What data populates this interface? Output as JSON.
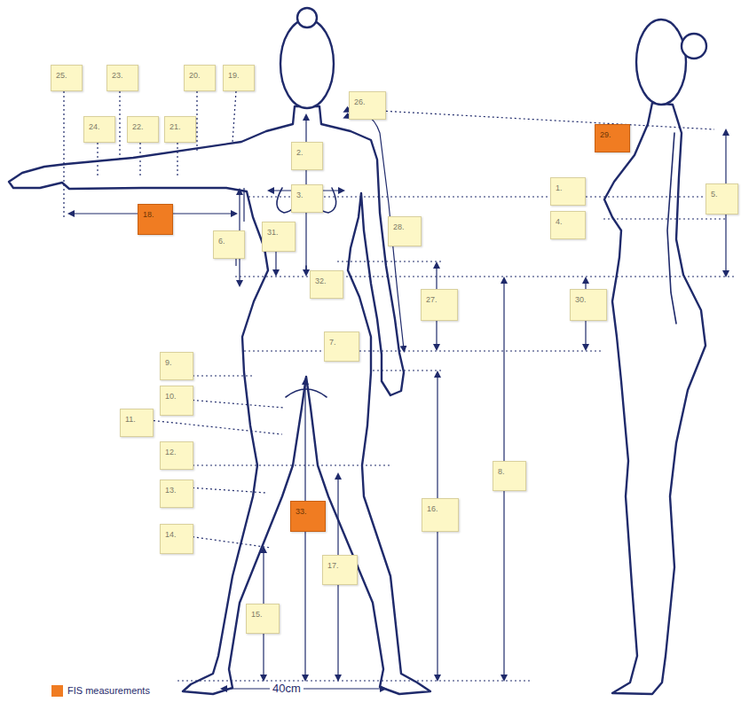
{
  "diagram": {
    "nodes": [
      {
        "text": [
          "25."
        ]
      },
      {
        "text": [
          "23."
        ]
      },
      {
        "text": [
          "20."
        ]
      },
      {
        "text": [
          "19."
        ]
      },
      {
        "text": [
          "26."
        ]
      },
      {
        "text": [
          "24."
        ]
      },
      {
        "text": [
          "22."
        ]
      },
      {
        "text": [
          "21."
        ]
      },
      {
        "text": [
          "29."
        ]
      },
      {
        "text": [
          "2."
        ]
      },
      {
        "text": [
          "1."
        ]
      },
      {
        "text": [
          "3."
        ]
      },
      {
        "text": [
          "5."
        ]
      },
      {
        "text": [
          "18."
        ]
      },
      {
        "text": [
          "4."
        ]
      },
      {
        "text": [
          "6."
        ]
      },
      {
        "text": [
          "31."
        ]
      },
      {
        "text": [
          "28."
        ]
      },
      {
        "text": [
          "32."
        ]
      },
      {
        "text": [
          "27."
        ]
      },
      {
        "text": [
          "30."
        ]
      },
      {
        "text": [
          "7."
        ]
      },
      {
        "text": [
          "9."
        ]
      },
      {
        "text": [
          "10."
        ]
      },
      {
        "text": [
          "11."
        ]
      },
      {
        "text": [
          "12."
        ]
      },
      {
        "text": [
          "8."
        ]
      },
      {
        "text": [
          "13."
        ]
      },
      {
        "text": [
          "16."
        ]
      },
      {
        "text": [
          "33."
        ]
      },
      {
        "text": [
          "14."
        ]
      },
      {
        "text": [
          "17."
        ]
      },
      {
        "text": [
          "15."
        ]
      }
    ],
    "labels": [
      "40cm"
    ],
    "legend": [
      {
        "text": "FIS measurements",
        "color": "#f07c22"
      }
    ]
  }
}
